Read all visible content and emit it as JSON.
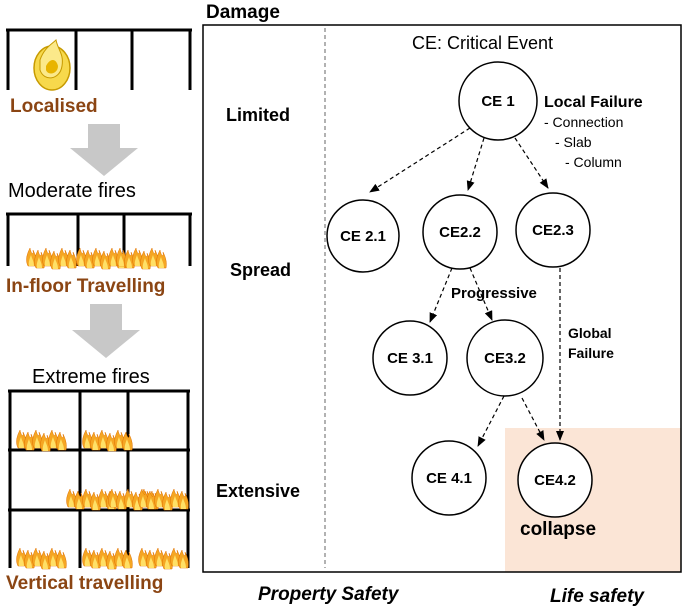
{
  "header": {
    "damage": "Damage"
  },
  "left_panel": {
    "stage1_label": "Localised",
    "transition1": "Moderate fires",
    "stage2_label": "In-floor Travelling",
    "transition2": "Extreme fires",
    "stage3_label": "Vertical travelling"
  },
  "damage_levels": [
    "Limited",
    "Spread",
    "Extensive"
  ],
  "diagram": {
    "title": "CE: Critical Event",
    "nodes": {
      "ce1": "CE 1",
      "ce21": "CE 2.1",
      "ce22": "CE2.2",
      "ce23": "CE2.3",
      "ce31": "CE 3.1",
      "ce32": "CE3.2",
      "ce41": "CE 4.1",
      "ce42": "CE4.2"
    },
    "local_failure": {
      "title": "Local Failure",
      "items": [
        "- Connection",
        "- Slab",
        "- Column"
      ]
    },
    "progressive": "Progressive",
    "global_failure": [
      "Global",
      "Failure"
    ],
    "collapse": "collapse"
  },
  "footer": {
    "property_safety": "Property Safety",
    "life_safety": "Life safety"
  },
  "colors": {
    "label_brown": "#8B4513",
    "life_safety_zone": "#FBE5D6",
    "arrow_gray": "#C8C8C8",
    "fire_orange": "#F5A623"
  }
}
